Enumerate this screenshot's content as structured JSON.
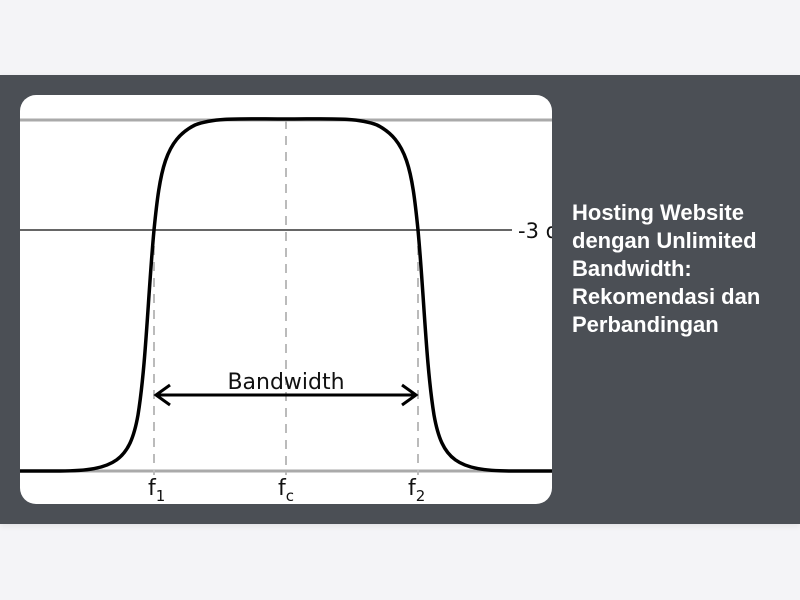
{
  "article": {
    "title": "Hosting Website dengan Unlimited Bandwidth: Rekomendasi dan Perbandingan"
  },
  "figure": {
    "label_bandwidth": "Bandwidth",
    "label_minus3db": "-3 d",
    "label_f": "f",
    "sub_1": "1",
    "sub_c": "c",
    "sub_2": "2"
  },
  "colors": {
    "card_bg": "#4b4f55",
    "page_bg": "#f4f4f7",
    "title_text": "#ffffff"
  }
}
